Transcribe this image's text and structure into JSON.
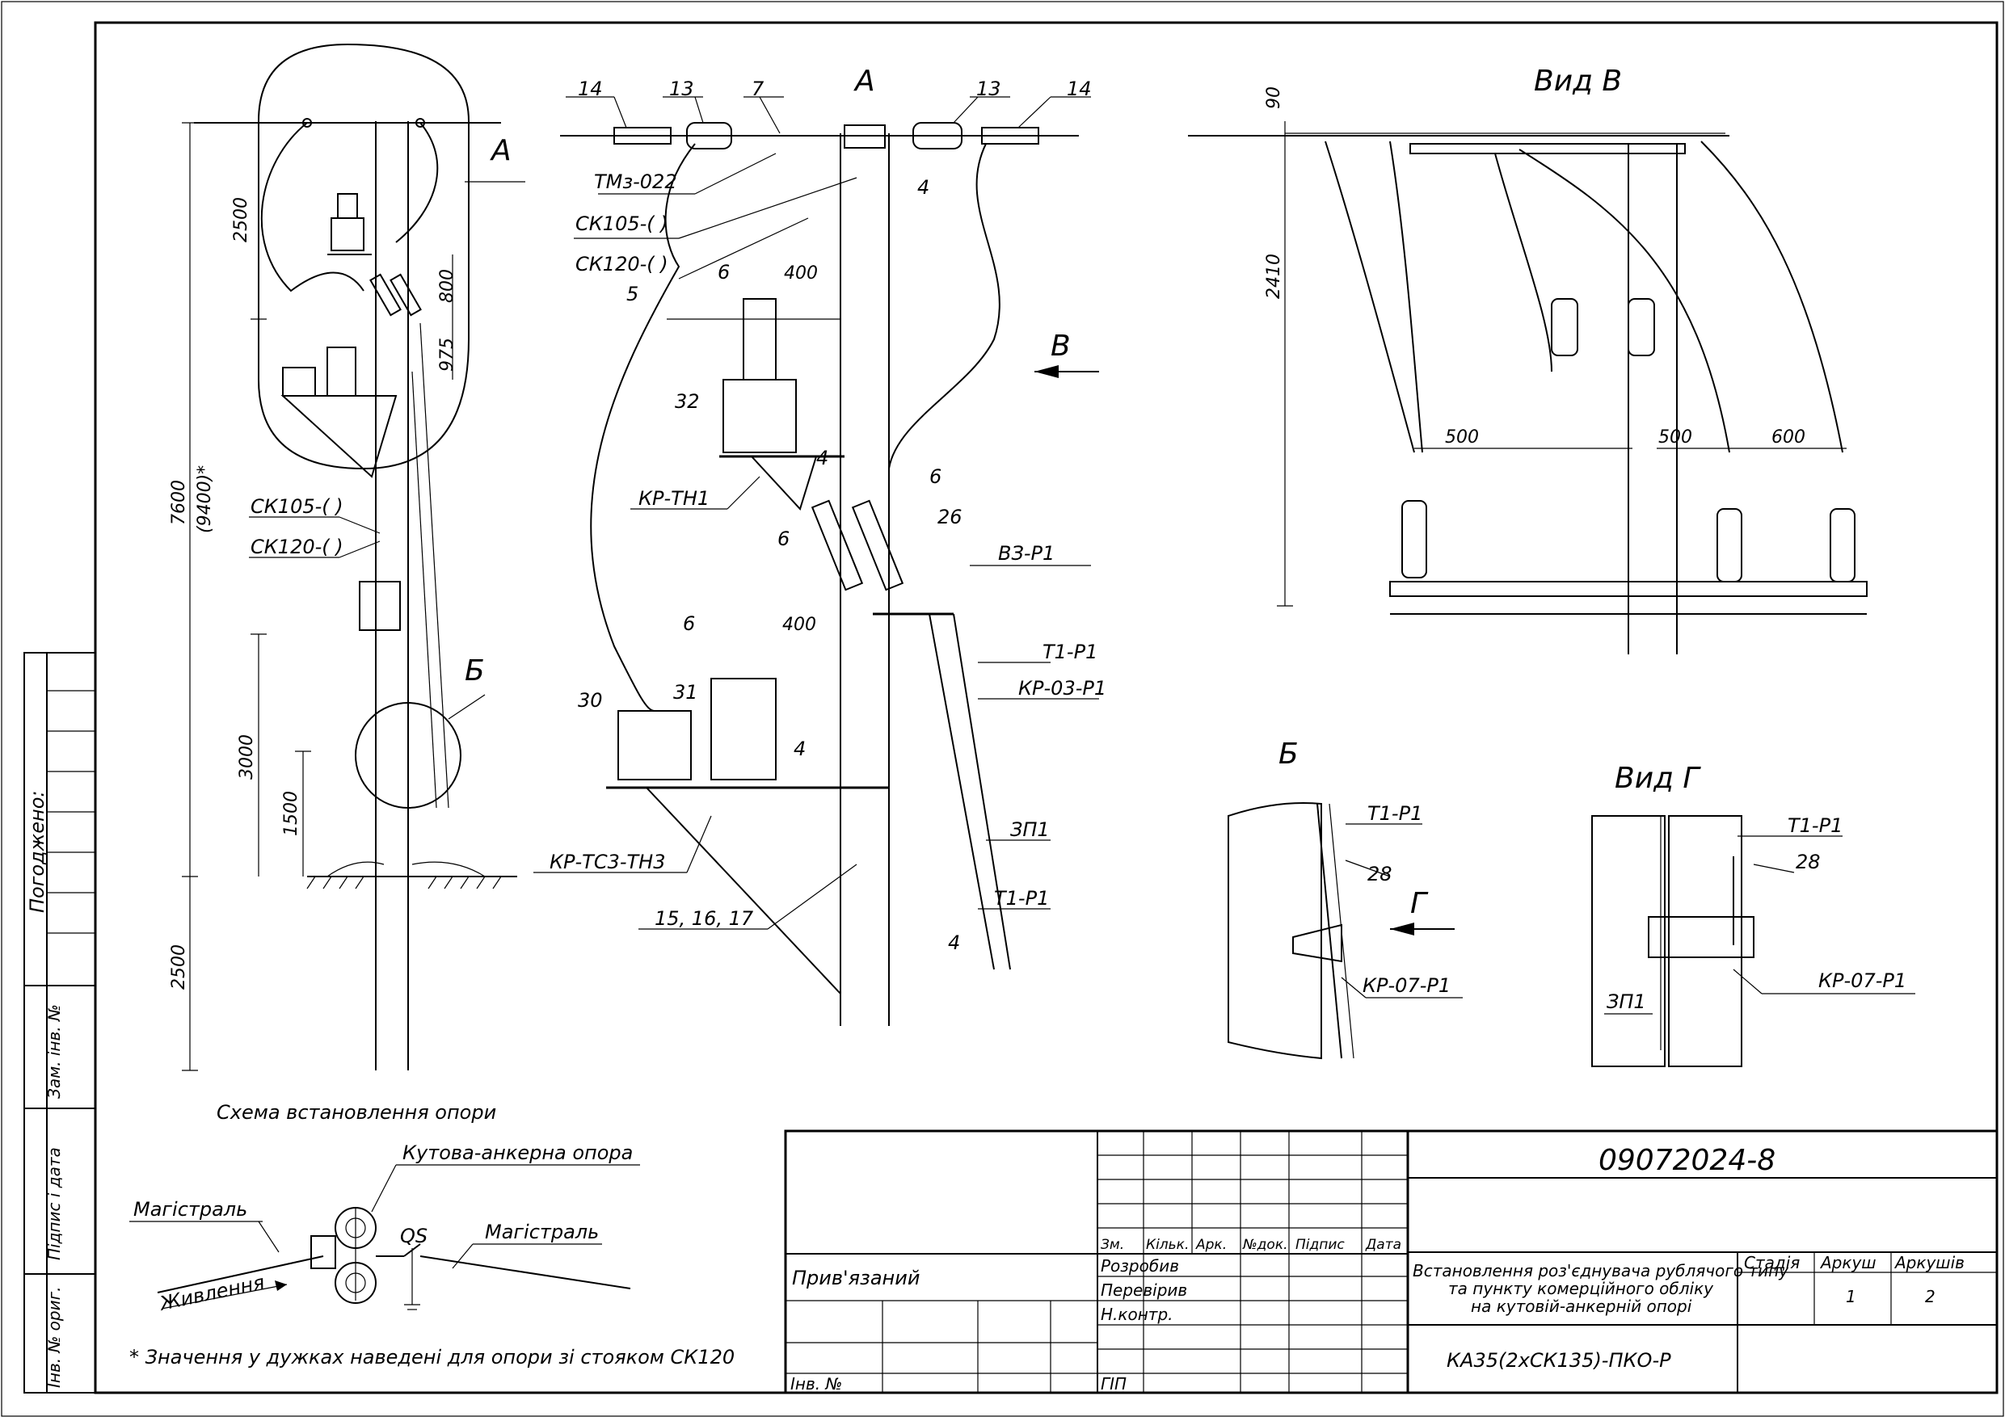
{
  "labels": {
    "view_a": "А",
    "view_a_side": "А",
    "view_b_title": "Вид В",
    "view_b_arrow": "В",
    "detail_b_title": "Б",
    "detail_b_marker": "Б",
    "view_g_title": "Вид Г",
    "view_g_arrow": "Г",
    "schema_title": "Схема встановлення опори",
    "footnote": "* Значення у дужках наведені для опори зі стояком СК120",
    "pogodzheno": "Погоджено:",
    "zam_inv": "Зам. інв. №",
    "pidpys_data": "Підпис і дата",
    "inv_orig": "Інв. № ориг."
  },
  "left_callouts": {
    "ck105": "СК105-(   )",
    "ck120": "СК120-(   )"
  },
  "left_dims": {
    "d2500_top": "2500",
    "d800": "800",
    "d975": "975",
    "d7600": "7600",
    "d9400": "(9400)*",
    "d3000": "3000",
    "d1500": "1500",
    "d2500_bottom": "2500"
  },
  "center_callouts": {
    "n14a": "14",
    "n13a": "13",
    "n7": "7",
    "n13b": "13",
    "n14b": "14",
    "tmz": "ТМз-022",
    "ck105": "СК105-(   )",
    "ck120": "СК120-(   )",
    "n5": "5",
    "n6a": "6",
    "d400a": "400",
    "n4a": "4",
    "n32": "32",
    "n4b": "4",
    "n6b": "6",
    "krtn1": "КР-ТН1",
    "n6c": "6",
    "n26": "26",
    "vzr1": "ВЗ-Р1",
    "n6d": "6",
    "d400b": "400",
    "t1r1a": "Т1-Р1",
    "kr03": "КР-03-Р1",
    "n30": "30",
    "n31": "31",
    "n4c": "4",
    "zp1": "ЗП1",
    "krtc": "КР-ТС3-ТН3",
    "n151617": "15, 16, 17",
    "t1r1b": "Т1-Р1",
    "n4d": "4"
  },
  "view_b_dims": {
    "d90": "90",
    "d2410": "2410",
    "d500a": "500",
    "d500b": "500",
    "d600": "600"
  },
  "detail_b_callouts": {
    "t1r1": "Т1-Р1",
    "n28": "28",
    "kr07": "КР-07-Р1"
  },
  "view_g_callouts": {
    "t1r1": "Т1-Р1",
    "n28": "28",
    "zp1": "ЗП1",
    "kr07": "КР-07-Р1"
  },
  "schema": {
    "kutova": "Кутова-анкерна опора",
    "mag_left": "Магістраль",
    "mag_right": "Магістраль",
    "qs": "QS",
    "zhyvlennia": "Живлення"
  },
  "title_block": {
    "code": "09072024-8",
    "hdr_zm": "Зм.",
    "hdr_kilk": "Кільк.",
    "hdr_ark": "Арк.",
    "hdr_ndok": "№док.",
    "hdr_pidpys": "Підпис",
    "hdr_data": "Дата",
    "pryviazanyi": "Прив'язаний",
    "inv_no": "Інв. №",
    "rozrobyv": "Розробив",
    "pereviryv": "Перевірив",
    "nkontr": "Н.контр.",
    "gip": "ГІП",
    "desc1": "Встановлення роз'єднувача рублячого типу",
    "desc2": "та пункту комерційного обліку",
    "desc3": "на кутовій-анкерній опорі",
    "stadia": "Стадія",
    "arkush": "Аркуш",
    "arkushiv": "Аркушів",
    "arkush_val": "1",
    "arkushiv_val": "2",
    "designation": "КА35(2хСК135)-ПКО-Р"
  }
}
